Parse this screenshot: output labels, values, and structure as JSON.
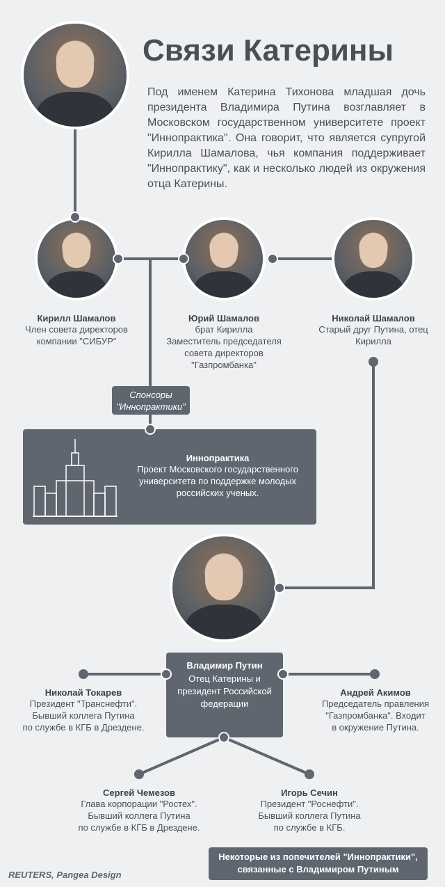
{
  "title": "Связи Катерины",
  "intro": "Под именем Катерина Тихонова младшая дочь президента Владимира Путина возглавляет в Московском государственном университете проект \"Иннопрактика\". Она говорит, что является супругой Кирилла Шамалова, чья компания поддерживает \"Иннопрактику\", как и несколько людей из окружения отца Катерины.",
  "people": {
    "kirill": {
      "name": "Кирилл Шамалов",
      "desc": [
        "Член совета директоров",
        "компании \"СИБУР\""
      ]
    },
    "yuri": {
      "name": "Юрий Шамалов",
      "desc": [
        "брат Кирилла",
        "Заместитель председателя",
        "совета директоров",
        "\"Газпромбанка\""
      ]
    },
    "nikolai_sh": {
      "name": "Николай Шамалов",
      "desc": [
        "Старый друг Путина, отец",
        "Кирилла"
      ]
    },
    "putin": {
      "name": "Владимир Путин",
      "desc": [
        "Отец Катерины и",
        "президент Российской",
        "федерации"
      ]
    },
    "tokarev": {
      "name": "Николай Токарев",
      "desc": [
        "Президент \"Транснефти\".",
        "Бывший коллега Путина",
        "по службе в КГБ в Дрездене."
      ]
    },
    "akimov": {
      "name": "Андрей Акимов",
      "desc": [
        "Председатель правления",
        "\"Газпромбанка\".  Входит",
        "в окружение Путина."
      ]
    },
    "chemezov": {
      "name": "Сергей Чемезов",
      "desc": [
        "Глава корпорации \"Ростех\".",
        "Бывший коллега Путина",
        "по службе в КГБ в Дрездене."
      ]
    },
    "sechin": {
      "name": "Игорь Сечин",
      "desc": [
        "Президент \"Роснефти\".",
        "Бывший коллега Путина",
        "по службе в КГБ."
      ]
    }
  },
  "sponsors": [
    "Спонсоры",
    "\"Иннопрактики\""
  ],
  "innopraktika": {
    "name": "Иннопрактика",
    "desc": [
      "Проект Московского государственного",
      "университета по поддержке молодых",
      "российских ученых."
    ]
  },
  "trustees": [
    "Некоторые из попечителей \"Иннопрактики\",",
    "связанные с Владимиром Путиным"
  ],
  "credit": "REUTERS, Pangea Design",
  "colors": {
    "background": "#eff0f2",
    "box": "#5f6670"
  }
}
